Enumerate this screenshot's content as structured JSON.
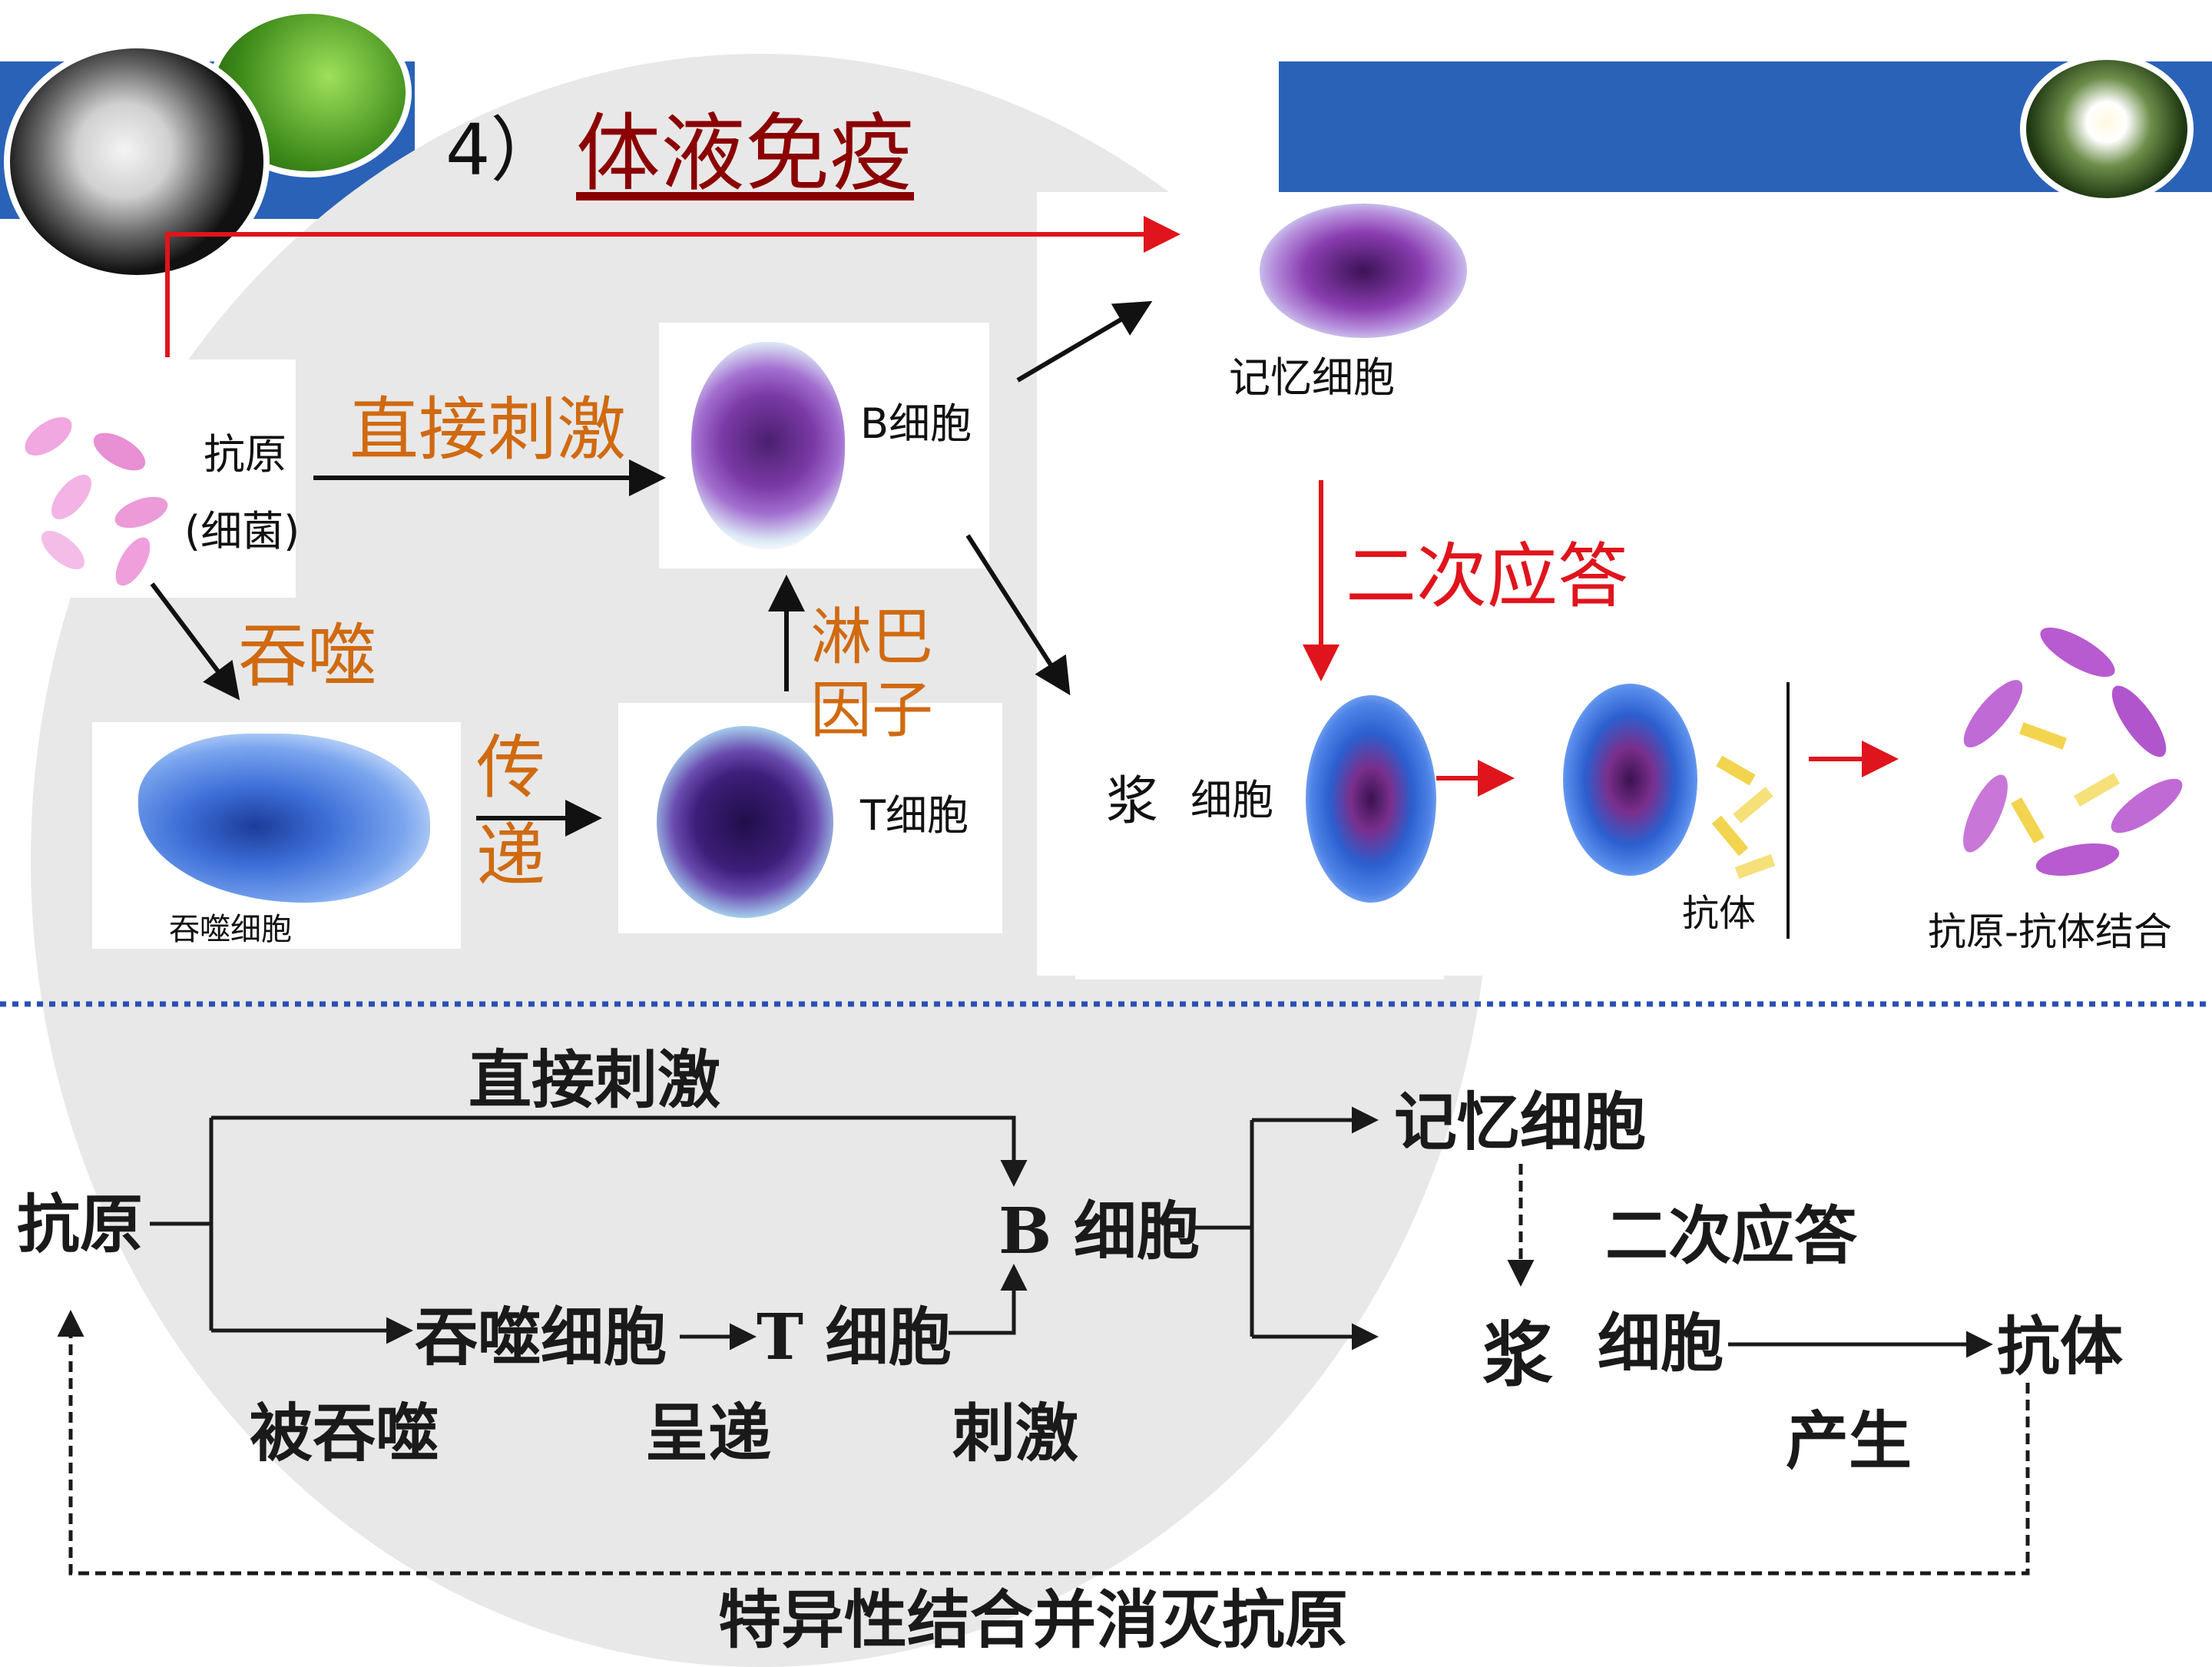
{
  "slide": {
    "title_number": "4）",
    "title_text": "体液免疫",
    "colors": {
      "accent_blue": "#2a62b8",
      "arrow_red": "#e0141c",
      "label_orange": "#d06a10",
      "title_red": "#8b0000"
    }
  },
  "top_diagram": {
    "antigen_label": "抗原",
    "antigen_sub": "(细菌)",
    "direct_stimulus": "直接刺激",
    "b_cell": "B细胞",
    "memory_cell": "记忆细胞",
    "secondary_response": "二次应答",
    "phagocytosis": "吞噬",
    "phagocyte": "吞噬细胞",
    "transmit_1": "传",
    "transmit_2": "递",
    "lymphokine_1": "淋巴",
    "lymphokine_2": "因子",
    "t_cell": "T细胞",
    "plasma_1": "浆",
    "plasma_2": "细胞",
    "antibody": "抗体",
    "antigen_antibody": "抗原-抗体结合"
  },
  "bottom_diagram": {
    "direct_stimulus": "直接刺激",
    "antigen": "抗原",
    "b_cell": "B 细胞",
    "memory_cell": "记忆细胞",
    "secondary_response": "二次应答",
    "phagocyte": "吞噬细胞",
    "t_cell": "T 细胞",
    "plasma_1": "浆",
    "plasma_2": "细胞",
    "antibody": "抗体",
    "engulfed": "被吞噬",
    "present": "呈递",
    "stimulate": "刺激",
    "produce": "产生",
    "feedback": "特异性结合并消灭抗原"
  }
}
